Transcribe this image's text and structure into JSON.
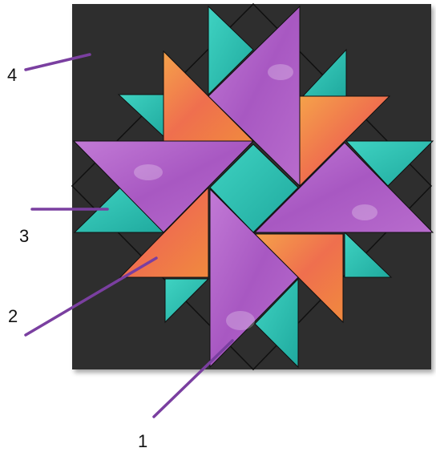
{
  "diagram": {
    "title": "",
    "colors": {
      "background_fabric": "#2e2e2e",
      "purple_fabric": "#b463c9",
      "orange_fabric": "#f07a4a",
      "teal_fabric": "#2cbfb0",
      "callout_line": "#7a3fa0",
      "seam_line": "#101010"
    },
    "callouts": [
      {
        "id": "1",
        "label": "1",
        "points_to": "purple_fabric"
      },
      {
        "id": "2",
        "label": "2",
        "points_to": "orange_fabric"
      },
      {
        "id": "3",
        "label": "3",
        "points_to": "teal_fabric"
      },
      {
        "id": "4",
        "label": "4",
        "points_to": "background_fabric"
      }
    ]
  }
}
